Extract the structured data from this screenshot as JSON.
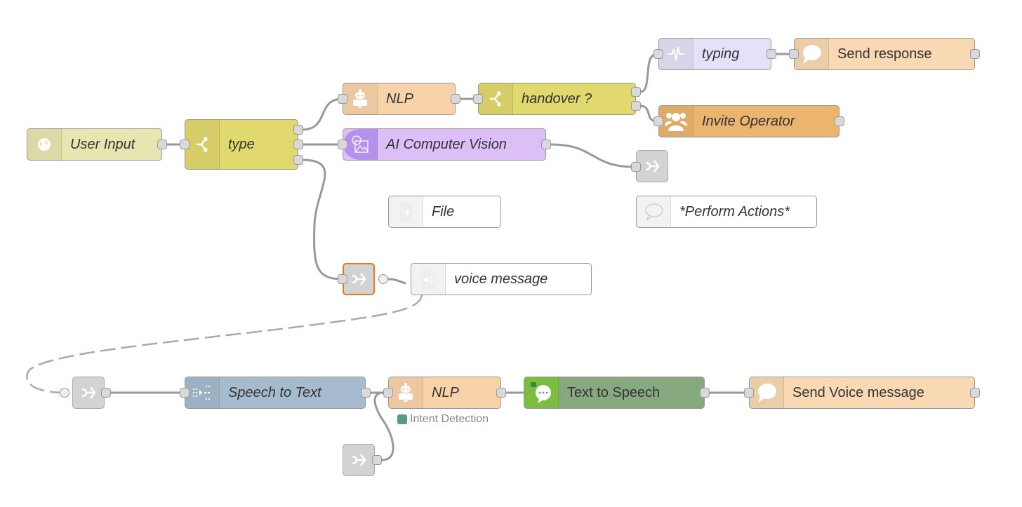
{
  "nodes": {
    "user_input": {
      "label": "User Input",
      "icon": "globe-icon",
      "color": "#e7e6b0"
    },
    "type_switch": {
      "label": "type",
      "icon": "switch-icon",
      "color": "#e2d96e"
    },
    "nlp_top": {
      "label": "NLP",
      "icon": "robot-icon",
      "color": "#f8d3aa"
    },
    "handover": {
      "label": "handover ?",
      "icon": "switch-icon",
      "color": "#e2d96e"
    },
    "typing": {
      "label": "typing",
      "icon": "pulse-icon",
      "color": "#e6e0f8"
    },
    "send_response": {
      "label": "Send response",
      "icon": "speech-bubble-icon",
      "color": "#f8d9b4"
    },
    "invite_operator": {
      "label": "Invite Operator",
      "icon": "users-icon",
      "color": "#ebb56f"
    },
    "ai_vision": {
      "label": "AI Computer Vision",
      "icon": "image-analysis-icon",
      "color": "#dcbff7"
    },
    "file": {
      "label": "File",
      "icon": "file-icon",
      "color": "#ffffff"
    },
    "perform_actions": {
      "label": "*Perform Actions*",
      "icon": "comment-icon",
      "color": "#ffffff"
    },
    "voice_message": {
      "label": "voice message",
      "icon": "audio-file-icon",
      "color": "#ffffff"
    },
    "speech_to_text": {
      "label": "Speech to Text",
      "icon": "speech-to-text-icon",
      "color": "#a6bbcf"
    },
    "nlp_bottom": {
      "label": "NLP",
      "icon": "robot-icon",
      "color": "#f8d3aa",
      "status": "Intent Detection",
      "status_color": "#5a9b7f"
    },
    "text_to_speech": {
      "label": "Text to Speech",
      "icon": "chat-dots-icon",
      "color": "#87a980"
    },
    "send_voice": {
      "label": "Send Voice message",
      "icon": "speech-bubble-icon",
      "color": "#f8d9b4"
    }
  },
  "colors": {
    "wire": "#999999",
    "selected_border": "#e07a2c",
    "link_node": "#d3d3d3"
  }
}
